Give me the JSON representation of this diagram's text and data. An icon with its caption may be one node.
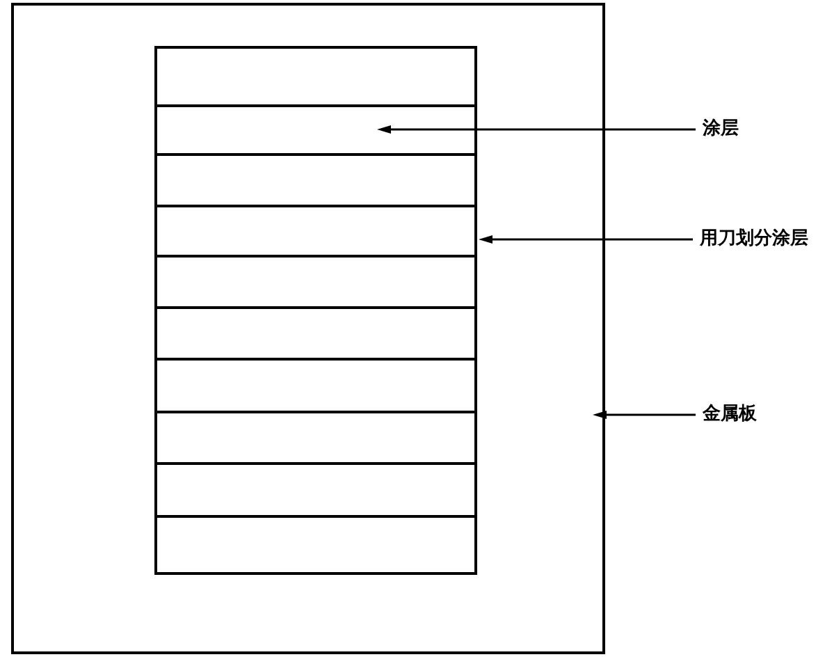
{
  "diagram": {
    "nodes": [
      {
        "text": [],
        "shape": "box"
      },
      {
        "text": [],
        "shape": "box",
        "in": 0
      },
      {
        "text": [
          "涂层"
        ]
      },
      {
        "text": [
          "用刀划分涂层"
        ]
      },
      {
        "text": [
          "金属板"
        ]
      }
    ],
    "edges": [
      {
        "from": 2,
        "to": 1,
        "arrow": "to"
      },
      {
        "from": 3,
        "to": 1,
        "arrow": "to"
      },
      {
        "from": 4,
        "to": 0,
        "arrow": "to"
      }
    ]
  }
}
